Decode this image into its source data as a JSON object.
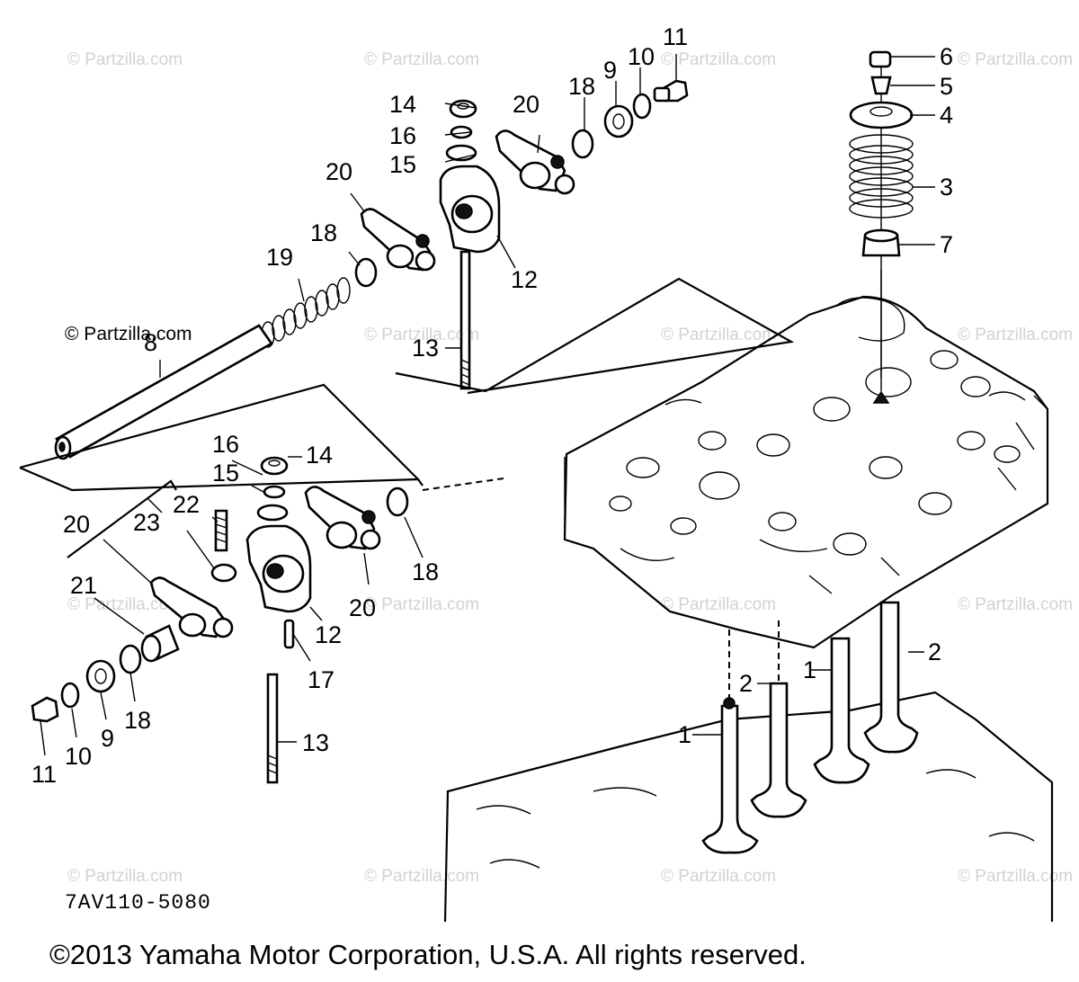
{
  "watermark": "© Partzilla.com",
  "diagram_code": "7AV110-5080",
  "copyright": "©2013 Yamaha Motor Corporation, U.S.A. All rights reserved.",
  "callouts": {
    "c1a": "1",
    "c1b": "1",
    "c2a": "2",
    "c2b": "2",
    "c3": "3",
    "c4": "4",
    "c5": "5",
    "c6": "6",
    "c7": "7",
    "c8": "8",
    "c9a": "9",
    "c9b": "9",
    "c10a": "10",
    "c10b": "10",
    "c11a": "11",
    "c11b": "11",
    "c12a": "12",
    "c12b": "12",
    "c13a": "13",
    "c13b": "13",
    "c14a": "14",
    "c14b": "14",
    "c15a": "15",
    "c15b": "15",
    "c16a": "16",
    "c16b": "16",
    "c17": "17",
    "c18a": "18",
    "c18b": "18",
    "c18c": "18",
    "c19": "19",
    "c20a": "20",
    "c20b": "20",
    "c20c": "20",
    "c20d": "20",
    "c21": "21",
    "c22": "22",
    "c23": "23"
  }
}
